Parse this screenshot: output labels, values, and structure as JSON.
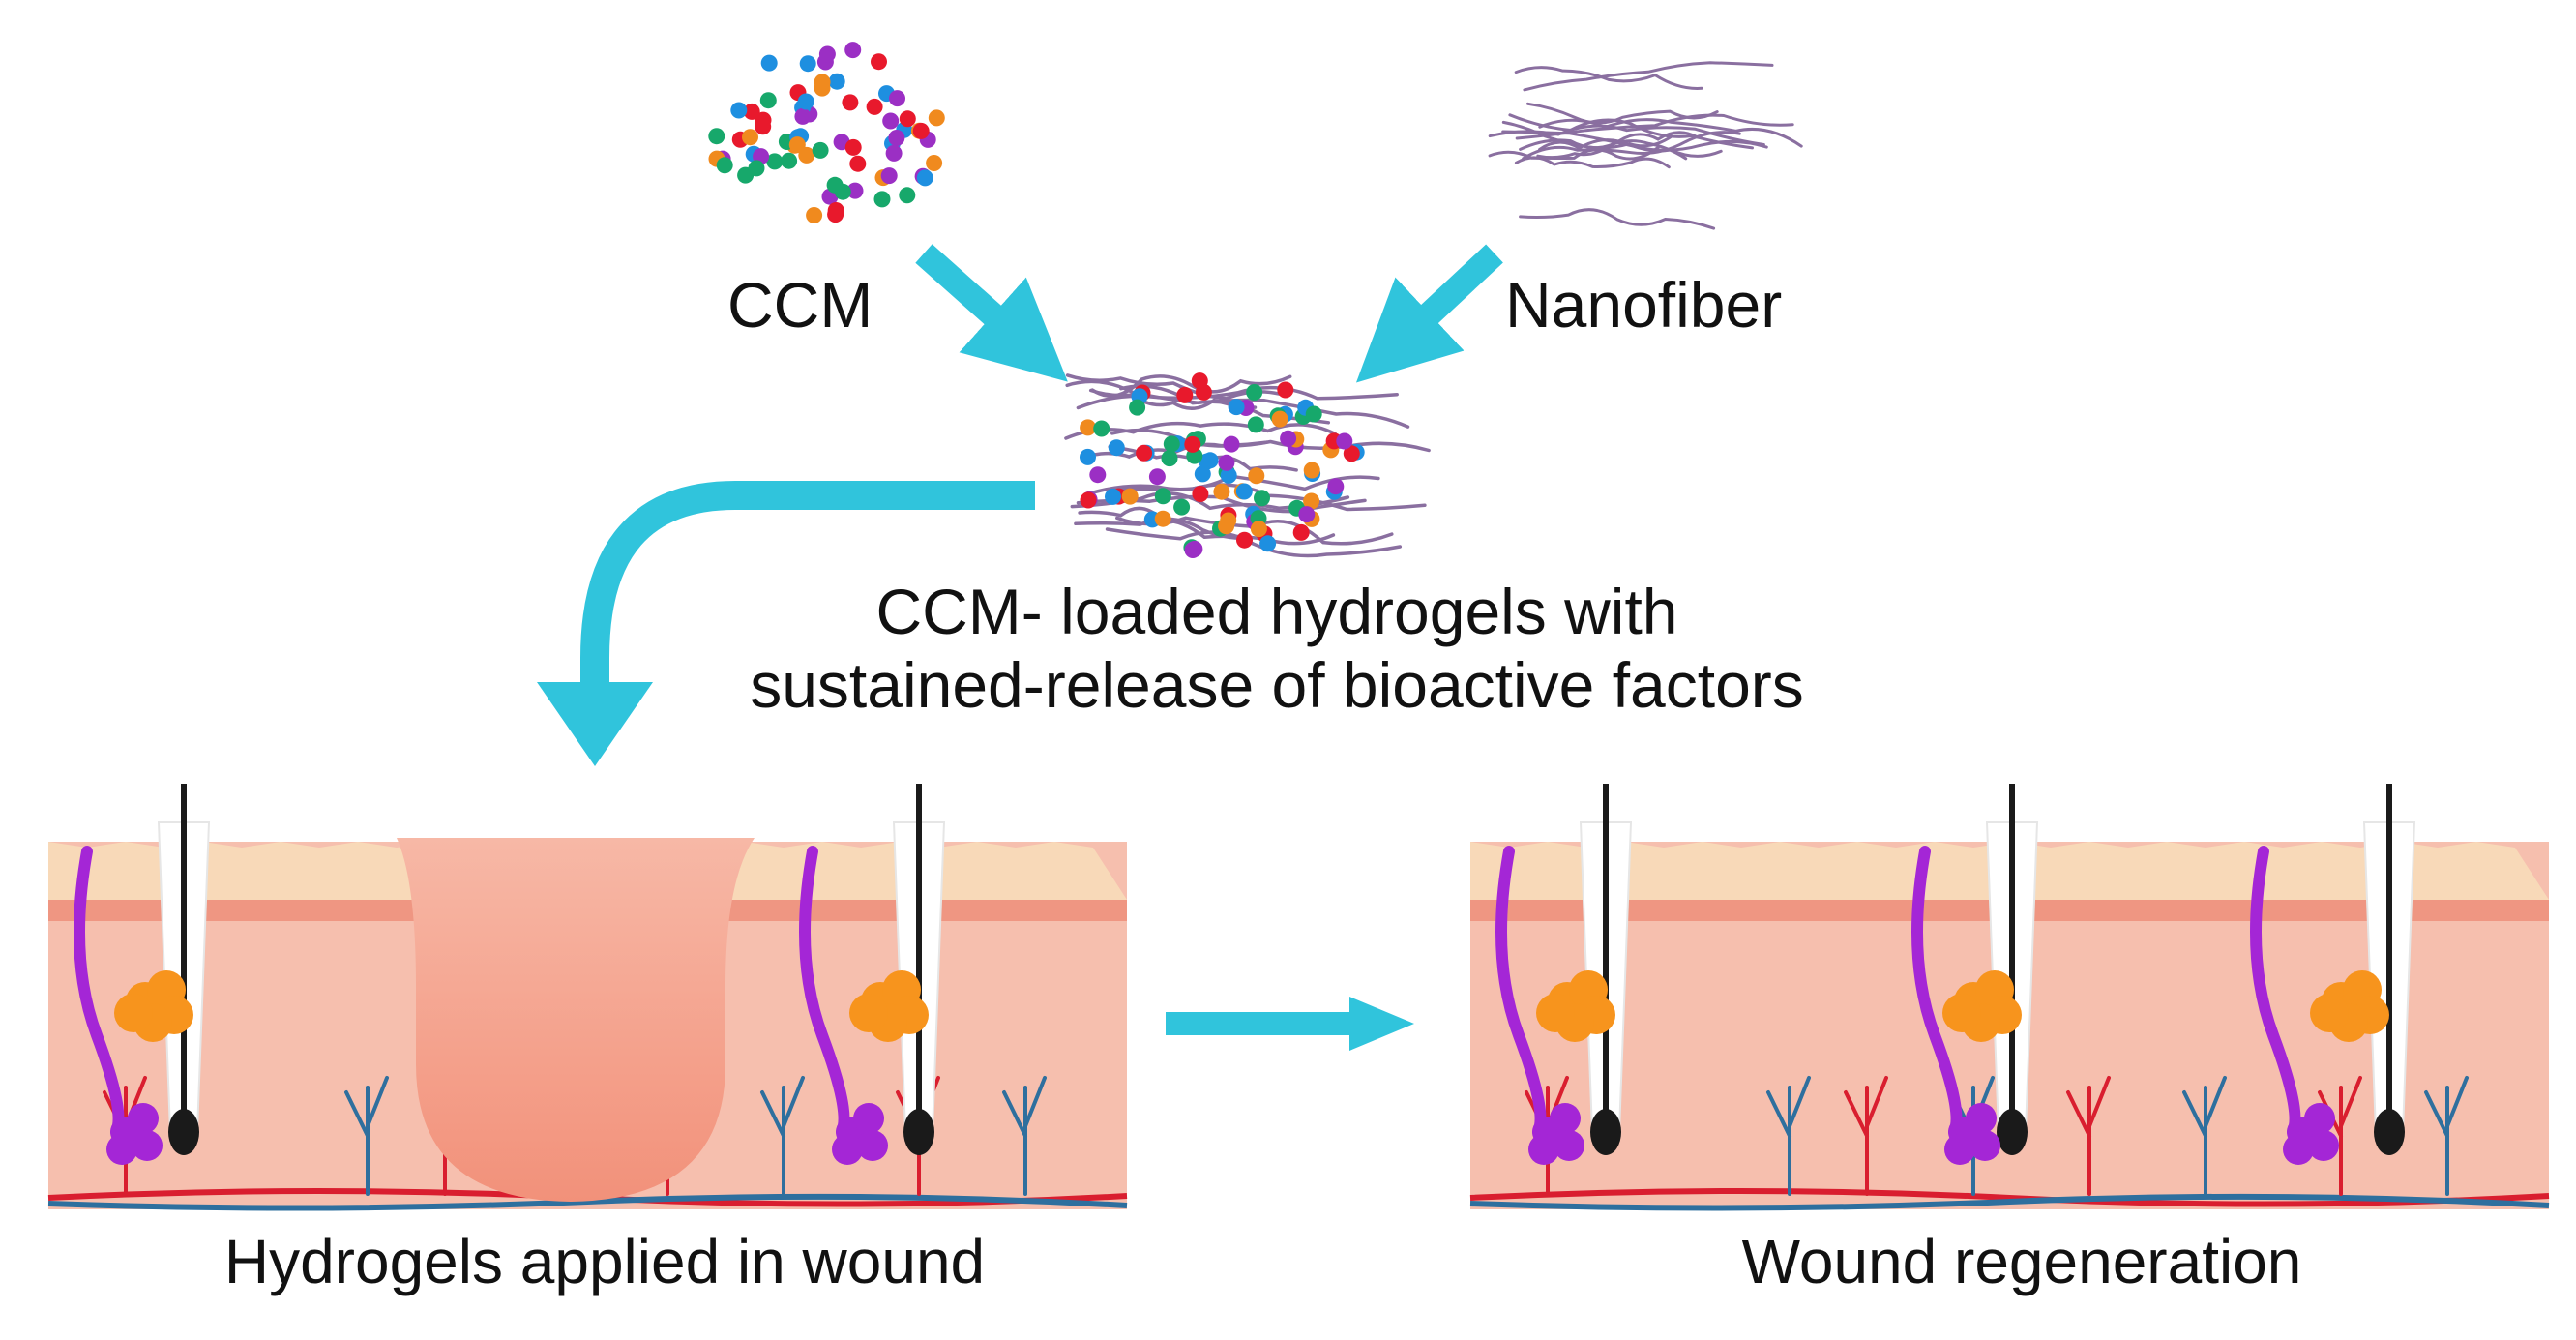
{
  "labels": {
    "ccm": "CCM",
    "nanofiber": "Nanofiber",
    "product_line1": "CCM- loaded hydrogels with",
    "product_line2": "sustained-release of bioactive factors",
    "wound": "Hydrogels applied in wound",
    "regeneration": "Wound regeneration"
  },
  "colors": {
    "arrow": "#30c4dc",
    "fiber": "#8a6fa0",
    "dots": [
      "#e8192c",
      "#1e8fe0",
      "#9b2fc4",
      "#17a86b",
      "#f08a1e"
    ],
    "epidermis": "#f8d9b8",
    "dermis": "#f6bfae",
    "dermis_band": "#ef9682",
    "wound_gel": "#f4a793",
    "nerve": "#a426d6",
    "fat_cell": "#f7941d",
    "vessel_red": "#d91e2f",
    "vessel_blue": "#2e6f9e",
    "hair": "#1a1a1a"
  },
  "icons": [
    "ccm-particles-icon",
    "nanofiber-icon",
    "hydrogel-composite-icon",
    "skin-wound-icon",
    "skin-healed-icon"
  ]
}
